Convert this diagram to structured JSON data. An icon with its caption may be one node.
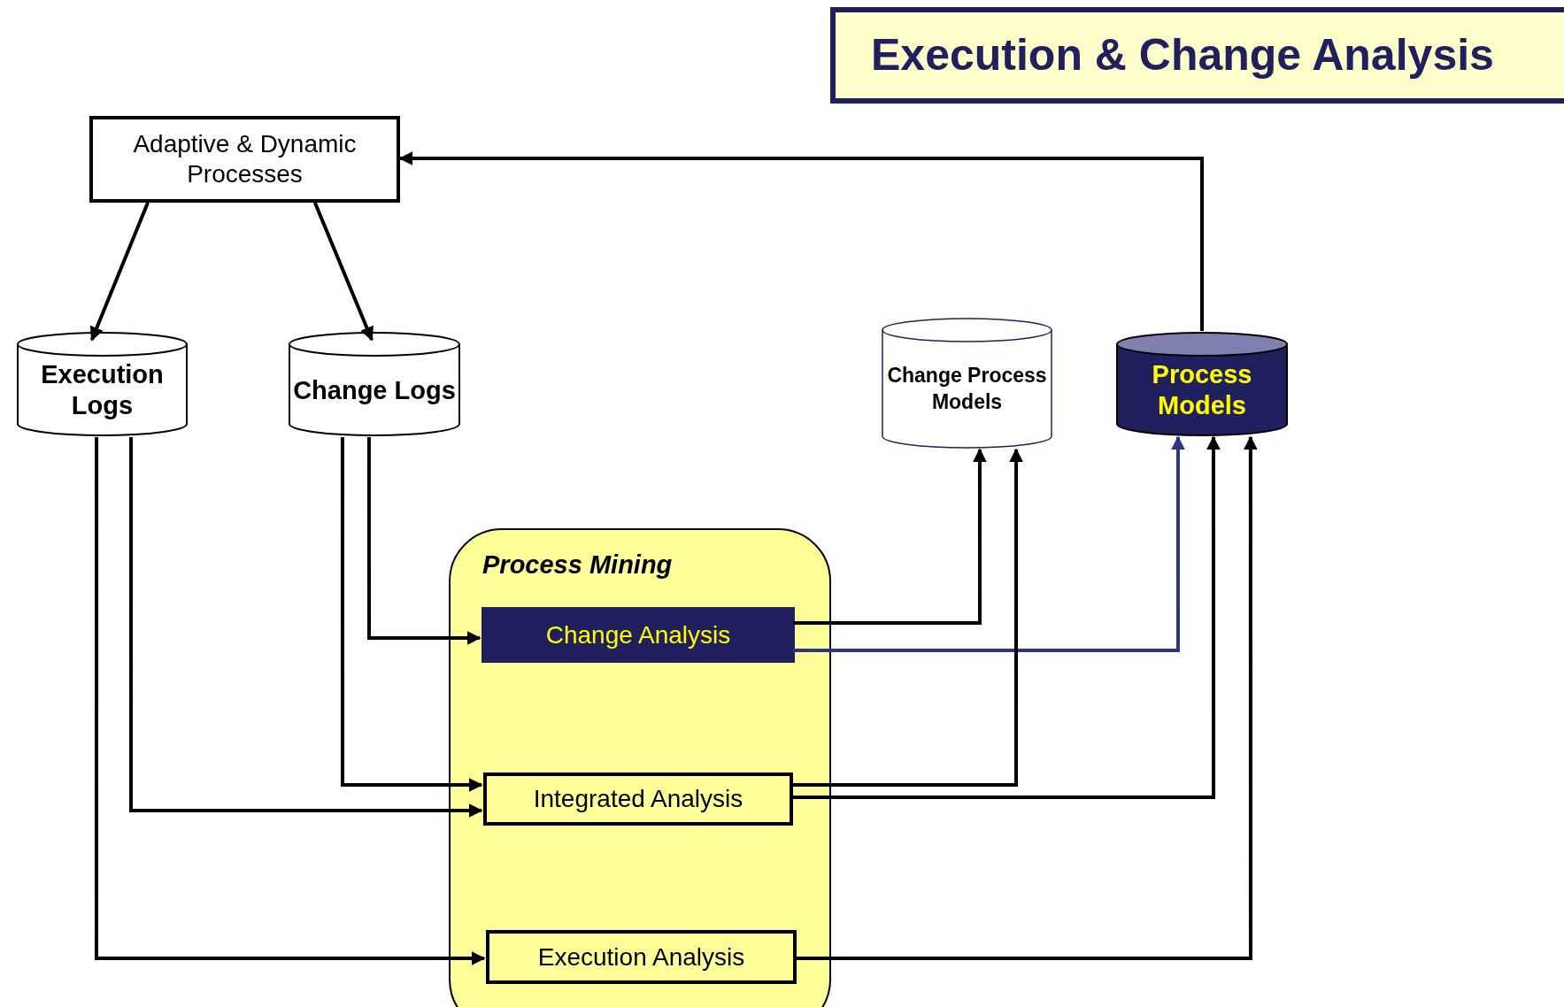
{
  "diagram": {
    "title": "Execution & Change Analysis",
    "nodes": [
      {
        "text": [
          "Adaptive & Dynamic Processes"
        ]
      },
      {
        "text": [
          "Execution Logs"
        ]
      },
      {
        "text": [
          "Change Logs"
        ]
      },
      {
        "text": [
          "Change Process Models"
        ]
      },
      {
        "text": [
          "Process Models"
        ]
      },
      {
        "text": [
          "Process Mining"
        ]
      },
      {
        "text": [
          "Change Analysis"
        ],
        "in": 5
      },
      {
        "text": [
          "Integrated Analysis"
        ],
        "in": 5
      },
      {
        "text": [
          "Execution Analysis"
        ],
        "in": 5
      }
    ],
    "edges": [
      {
        "from": 0,
        "to": 1,
        "arrow": "to"
      },
      {
        "from": 0,
        "to": 2,
        "arrow": "to"
      },
      {
        "from": 4,
        "to": 0,
        "arrow": "to"
      },
      {
        "from": 2,
        "to": 6,
        "arrow": "to"
      },
      {
        "from": 2,
        "to": 7,
        "arrow": "to"
      },
      {
        "from": 1,
        "to": 7,
        "arrow": "to"
      },
      {
        "from": 1,
        "to": 8,
        "arrow": "to"
      },
      {
        "from": 6,
        "to": 3,
        "arrow": "to"
      },
      {
        "from": 6,
        "to": 4,
        "arrow": "to",
        "color": "#2e3480"
      },
      {
        "from": 7,
        "to": 3,
        "arrow": "to"
      },
      {
        "from": 7,
        "to": 4,
        "arrow": "to"
      },
      {
        "from": 8,
        "to": 4,
        "arrow": "to"
      }
    ]
  }
}
